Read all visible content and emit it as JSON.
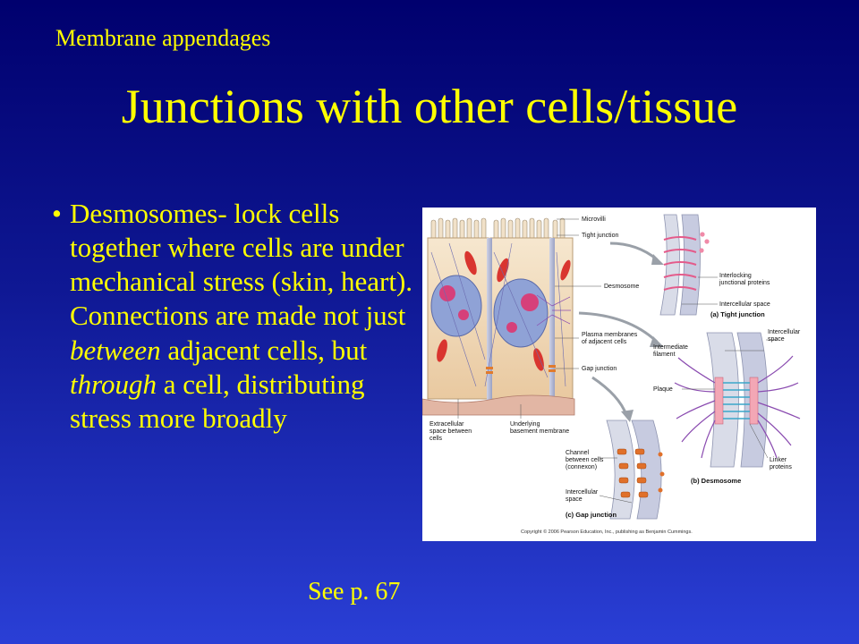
{
  "slide": {
    "section_label": "Membrane appendages",
    "title": "Junctions with other cells/tissue",
    "bullet": {
      "lead": "Desmosomes- lock cells together where cells are under mechanical stress (skin, heart). Connections are made not just",
      "em1": "between",
      "mid": "adjacent cells, but",
      "em2": "through",
      "tail": "a cell, distributing stress more broadly"
    },
    "reference": "See p. 67"
  },
  "figure": {
    "labels": {
      "microvilli": "Microvilli",
      "tight_junction": "Tight junction",
      "desmosome": "Desmosome",
      "plasma_membranes_1": "Plasma membranes",
      "plasma_membranes_2": "of adjacent cells",
      "gap_junction": "Gap junction",
      "extracellular_1": "Extracellular",
      "extracellular_2": "space between",
      "extracellular_3": "cells",
      "basement_1": "Underlying",
      "basement_2": "basement membrane",
      "interlocking_1": "Interlocking",
      "interlocking_2": "junctional proteins",
      "intercellular_space_a": "Intercellular space",
      "panel_a": "(a) Tight junction",
      "intercellular_b_1": "Intercellular",
      "intercellular_b_2": "space",
      "intermediate_1": "Intermediate",
      "intermediate_2": "filament",
      "plaque": "Plaque",
      "linker_1": "Linker",
      "linker_2": "proteins",
      "panel_b": "(b) Desmosome",
      "channel_1": "Channel",
      "channel_2": "between cells",
      "channel_3": "(connexon)",
      "intercellular_c_1": "Intercellular",
      "intercellular_c_2": "space",
      "panel_c": "(c) Gap junction",
      "copyright": "Copyright © 2006 Pearson Education, Inc., publishing as Benjamin Cummings."
    }
  },
  "colors": {
    "text": "#ffff00",
    "background_top": "#00006e",
    "background_bottom": "#2a3fd6"
  }
}
